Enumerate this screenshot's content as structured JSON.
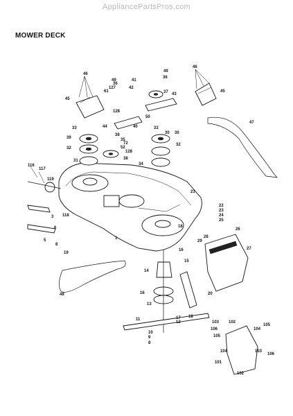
{
  "header": {
    "watermark": "AppliancePartsPros.com",
    "title": "MOWER DECK"
  },
  "callouts": [
    "46",
    "49",
    "41",
    "49",
    "46",
    "45",
    "61",
    "127",
    "36",
    "36",
    "45",
    "42",
    "128",
    "43",
    "37",
    "50",
    "47",
    "33",
    "44",
    "40",
    "33",
    "30",
    "30",
    "38",
    "72",
    "32",
    "35",
    "52",
    "39",
    "128",
    "32",
    "38",
    "34",
    "31",
    "116",
    "117",
    "21",
    "119",
    "22",
    "23",
    "24",
    "25",
    "3",
    "118",
    "18",
    "26",
    "6",
    "5",
    "1",
    "28",
    "29",
    "27",
    "8",
    "19",
    "48",
    "16",
    "15",
    "14",
    "16",
    "20",
    "13",
    "17",
    "12",
    "11",
    "10",
    "9",
    "8",
    "106",
    "105",
    "104",
    "103",
    "102",
    "105",
    "106",
    "101",
    "104",
    "103",
    "102",
    "18"
  ]
}
